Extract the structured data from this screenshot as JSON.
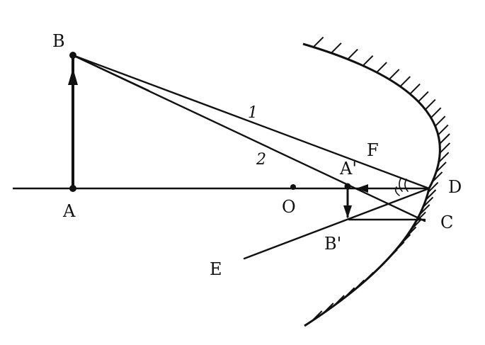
{
  "labels": {
    "B": "B",
    "A": "A",
    "O": "O",
    "F": "F",
    "D": "D",
    "C": "C",
    "E": "E",
    "A_prime": "A'",
    "B_prime": "B'",
    "ray1": "1",
    "ray2": "2"
  },
  "colors": {
    "ink": "#111111",
    "background": "#ffffff"
  }
}
